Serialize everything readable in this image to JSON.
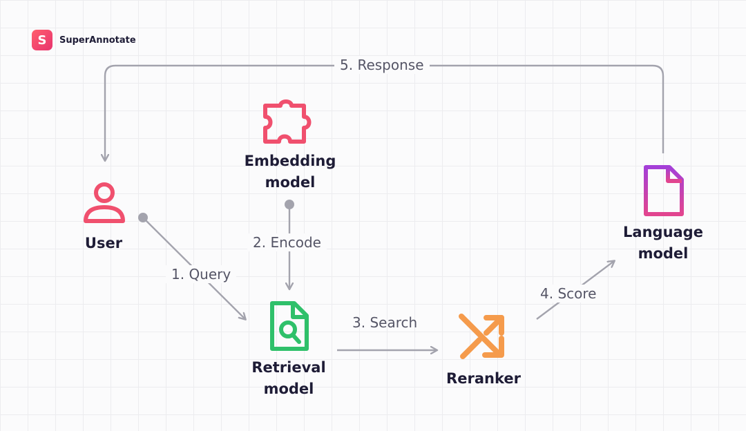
{
  "brand": {
    "name": "SuperAnnotate",
    "logo_letter": "S",
    "logo_color": "#f0446a"
  },
  "nodes": {
    "user": {
      "label": "User",
      "color": "#f0506e",
      "icon": "user-icon"
    },
    "embedding": {
      "label_line1": "Embedding",
      "label_line2": "model",
      "color": "#f0506e",
      "icon": "puzzle-piece-icon"
    },
    "retrieval": {
      "label_line1": "Retrieval",
      "label_line2": "model",
      "color": "#2fc06a",
      "icon": "document-search-icon"
    },
    "reranker": {
      "label": "Reranker",
      "color": "#f59b4c",
      "icon": "shuffle-icon"
    },
    "language": {
      "label_line1": "Language",
      "label_line2": "model",
      "color": "#b83fd0",
      "icon": "document-icon"
    }
  },
  "edges": {
    "query": "1. Query",
    "encode": "2. Encode",
    "search": "3. Search",
    "score": "4. Score",
    "response": "5. Response"
  },
  "line_color": "#a3a3ad"
}
